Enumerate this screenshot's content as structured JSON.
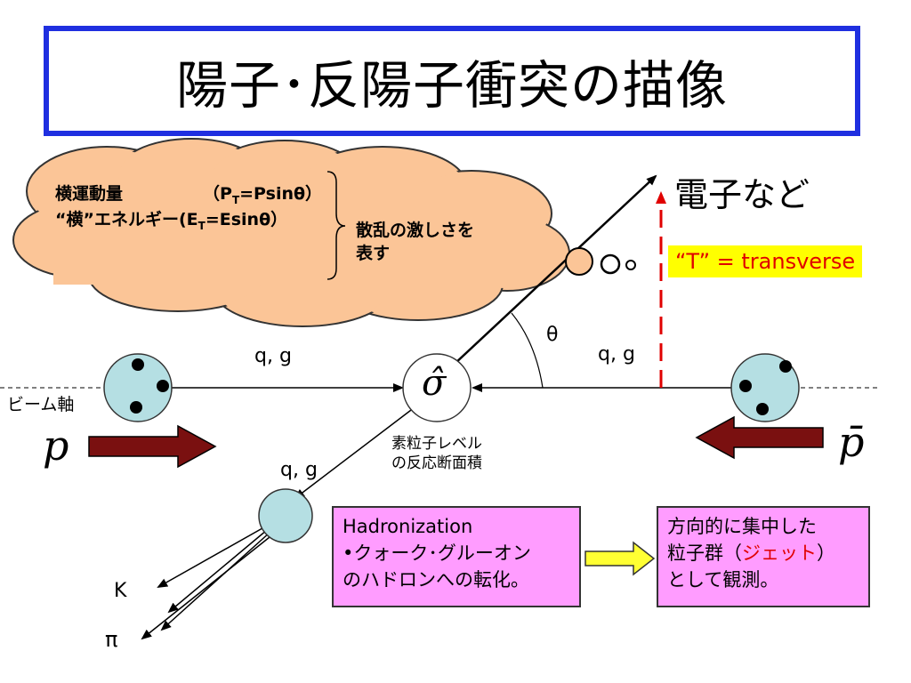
{
  "title": "陽子･反陽子衝突の描像",
  "cloud": {
    "line1_left": "横運動量",
    "line1_right_prefix": "（P",
    "line1_right_sub": "T",
    "line1_right_suffix": "=Psinθ）",
    "line2_prefix": "“横”エネルギー(E",
    "line2_sub": "T",
    "line2_suffix": "=Esinθ）",
    "brace_note_line1": "散乱の激しさを",
    "brace_note_line2": "表す"
  },
  "labels": {
    "electron": "電子など",
    "transverse": "“T” = transverse",
    "theta": "θ",
    "qg_left": "q, g",
    "qg_right": "q, g",
    "qg_lower": "q, g",
    "beam_axis": "ビーム軸",
    "sigma_hat": "σ̂",
    "xsec_line1": "素粒子レベル",
    "xsec_line2": "の反応断面積",
    "proton": "p",
    "antiproton": "p̄",
    "kaon": "K",
    "pion": "π"
  },
  "hadronization_box": {
    "line1": "Hadronization",
    "line2": "•クォーク･グルーオン",
    "line3": "のハドロンへの転化。"
  },
  "jet_box": {
    "line1": "方向的に集中した",
    "line2_prefix": "粒子群（",
    "line2_highlight": "ジェット",
    "line2_suffix": "）",
    "line3": "として観測。"
  },
  "colors": {
    "title_border": "#1f2fe0",
    "cloud_fill": "#fbc597",
    "hadron_fill": "#b5dfe3",
    "beam_arrow_fill": "#7a1010",
    "red_dashed": "#e00000",
    "magenta_box": "#ff9cff",
    "yellow_box": "#ffff00",
    "yellow_arrow": "#ffff33"
  }
}
